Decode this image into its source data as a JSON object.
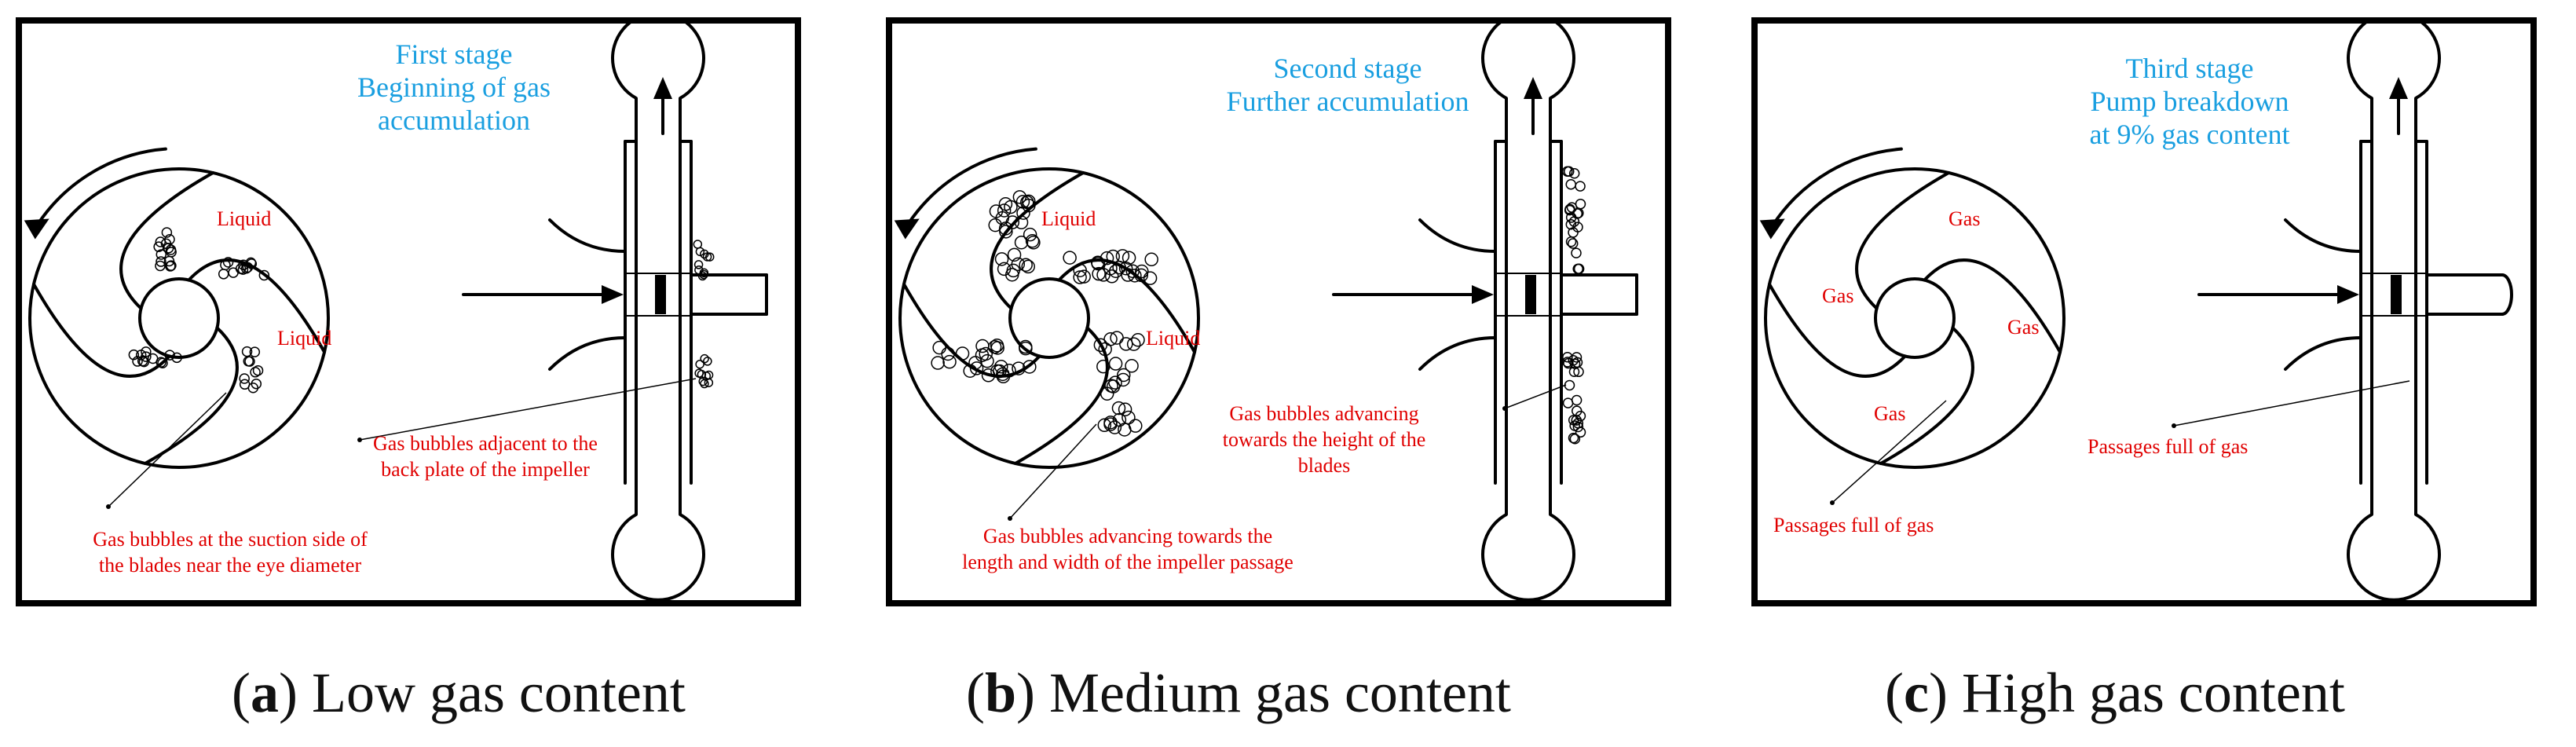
{
  "panels": [
    {
      "stage": "First stage\nBeginning of gas\naccumulation",
      "labels": {
        "liquid_1": "Liquid",
        "liquid_2": "Liquid",
        "note_back_plate": "Gas bubbles adjacent to the\nback plate of the impeller",
        "note_suction": "Gas bubbles at the suction side of\nthe blades near the eye diameter"
      },
      "caption": {
        "letter": "a",
        "text": "Low gas content"
      }
    },
    {
      "stage": "Second stage\nFurther accumulation",
      "labels": {
        "liquid_1": "Liquid",
        "liquid_2": "Liquid",
        "note_height": "Gas bubbles advancing\ntowards the height of the\nblades",
        "note_length": "Gas bubbles advancing towards the\nlength and width of the impeller passage"
      },
      "caption": {
        "letter": "b",
        "text": "Medium gas content"
      }
    },
    {
      "stage": "Third stage\nPump breakdown\nat 9% gas content",
      "labels": {
        "gas_1": "Gas",
        "gas_2": "Gas",
        "gas_3": "Gas",
        "gas_4": "Gas",
        "passages_1": "Passages full of gas",
        "passages_2": "Passages full of gas"
      },
      "caption": {
        "letter": "c",
        "text": "High gas content"
      }
    }
  ],
  "colors": {
    "stage_text": "#1a9fe0",
    "label_text": "#e00000",
    "line": "#000000"
  }
}
